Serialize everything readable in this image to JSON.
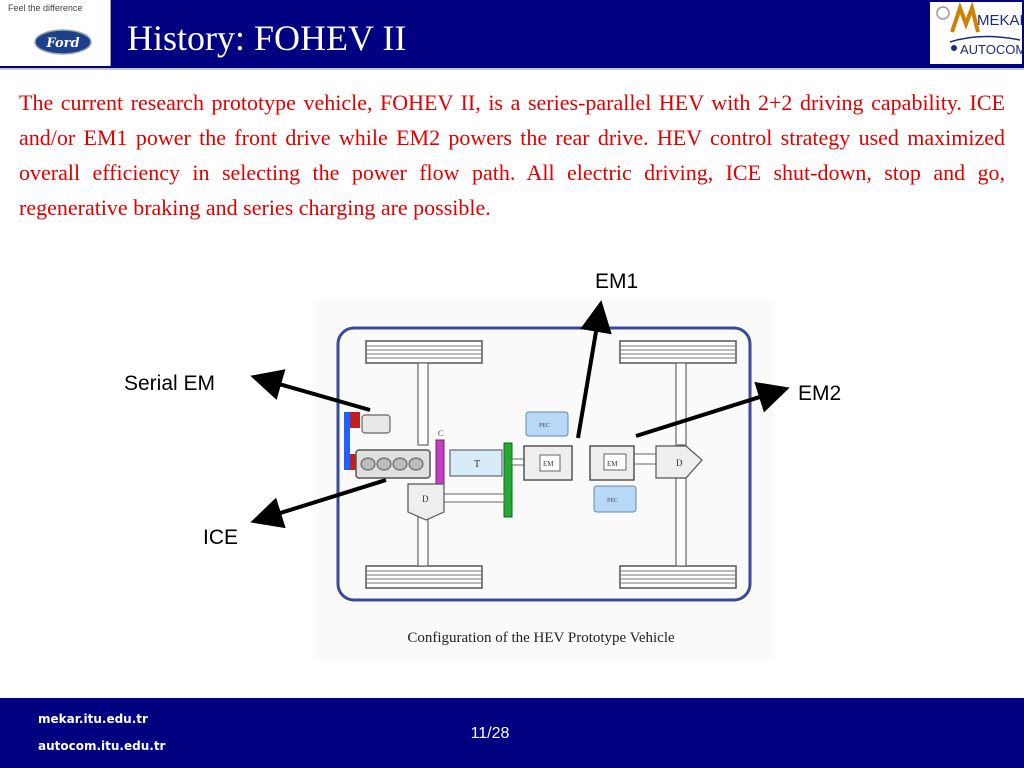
{
  "header": {
    "title": "History: FOHEV II",
    "left_logo": {
      "tagline": "Feel the difference",
      "brand": "Ford"
    },
    "right_logo": {
      "line1": "MEKAR",
      "line2": "AUTOCOM"
    }
  },
  "body_text": "The current research prototype vehicle, FOHEV II, is a series-parallel HEV with 2+2 driving capability. ICE and/or EM1 power the front drive while EM2 powers the rear drive.  HEV control strategy used maximized overall efficiency in selecting the power flow path. All electric driving, ICE shut-down, stop and go, regenerative braking and series charging are possible.",
  "diagram": {
    "callouts": {
      "em1": "EM1",
      "em2": "EM2",
      "serial_em": "Serial EM",
      "ice": "ICE"
    },
    "caption": "Configuration of the HEV Prototype Vehicle",
    "labels": {
      "pec": "PEC",
      "em": "EM",
      "transmission": "T",
      "differential": "D",
      "clutch": "C"
    }
  },
  "footer": {
    "link1": "mekar.itu.edu.tr",
    "link2": "autocom.itu.edu.tr",
    "page": "11/28"
  },
  "colors": {
    "header_bg": "#000080",
    "body_text": "#e00000",
    "frame": "#3a4a9a"
  }
}
